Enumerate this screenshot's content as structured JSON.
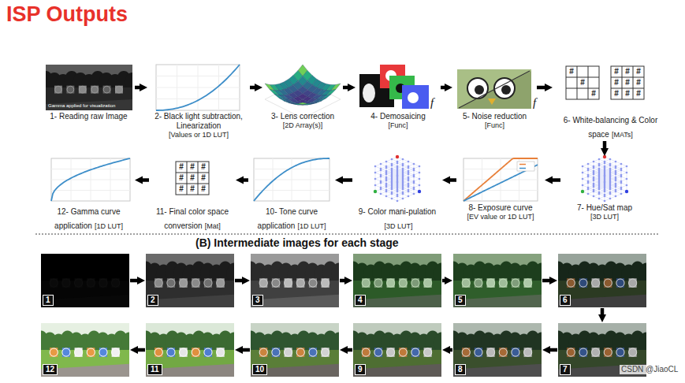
{
  "diagram": {
    "title": "ISP Outputs",
    "nodes": [
      {
        "text": [
          "1- Reading raw Image"
        ]
      },
      {
        "text": [
          "2- Black light subtraction, Linearization",
          "[Values or 1D LUT]"
        ]
      },
      {
        "text": [
          "3- Lens correction",
          "[2D Array(s)]"
        ]
      },
      {
        "text": [
          "4- Demosaicing",
          "[Func]"
        ]
      },
      {
        "text": [
          "5- Noise reduction",
          "[Func]"
        ]
      },
      {
        "text": [
          "6- White-balancing & Color space",
          "[MATs]"
        ]
      },
      {
        "text": [
          "7- Hue/Sat map",
          "[3D LUT]"
        ]
      },
      {
        "text": [
          "8- Exposure curve",
          "[EV value or 1D LUT]"
        ]
      },
      {
        "text": [
          "9- Color mani-pulation",
          "[3D LUT]"
        ]
      },
      {
        "text": [
          "10- Tone curve application",
          "[1D LUT]"
        ]
      },
      {
        "text": [
          "11- Final color space conversion",
          "[Mat]"
        ]
      },
      {
        "text": [
          "12- Gamma curve application",
          "[1D LUT]"
        ]
      },
      {
        "text": [
          "1"
        ]
      },
      {
        "text": [
          "2"
        ]
      },
      {
        "text": [
          "3"
        ]
      },
      {
        "text": [
          "4"
        ]
      },
      {
        "text": [
          "5"
        ]
      },
      {
        "text": [
          "6"
        ]
      },
      {
        "text": [
          "7"
        ]
      },
      {
        "text": [
          "8"
        ]
      },
      {
        "text": [
          "9"
        ]
      },
      {
        "text": [
          "10"
        ]
      },
      {
        "text": [
          "11"
        ]
      },
      {
        "text": [
          "12"
        ]
      }
    ],
    "edges": [
      {
        "from": 0,
        "to": 1,
        "arrow": "to"
      },
      {
        "from": 1,
        "to": 2,
        "arrow": "to"
      },
      {
        "from": 2,
        "to": 3,
        "arrow": "to"
      },
      {
        "from": 3,
        "to": 4,
        "arrow": "to"
      },
      {
        "from": 4,
        "to": 5,
        "arrow": "to"
      },
      {
        "from": 5,
        "to": 6,
        "arrow": "to"
      },
      {
        "from": 6,
        "to": 7,
        "arrow": "to"
      },
      {
        "from": 7,
        "to": 8,
        "arrow": "to"
      },
      {
        "from": 8,
        "to": 9,
        "arrow": "to"
      },
      {
        "from": 9,
        "to": 10,
        "arrow": "to"
      },
      {
        "from": 10,
        "to": 11,
        "arrow": "to"
      },
      {
        "from": 12,
        "to": 13,
        "arrow": "to"
      },
      {
        "from": 13,
        "to": 14,
        "arrow": "to"
      },
      {
        "from": 14,
        "to": 15,
        "arrow": "to"
      },
      {
        "from": 15,
        "to": 16,
        "arrow": "to"
      },
      {
        "from": 16,
        "to": 17,
        "arrow": "to"
      },
      {
        "from": 17,
        "to": 18,
        "arrow": "to"
      },
      {
        "from": 18,
        "to": 19,
        "arrow": "to"
      },
      {
        "from": 19,
        "to": 20,
        "arrow": "to"
      },
      {
        "from": 20,
        "to": 21,
        "arrow": "to"
      },
      {
        "from": 21,
        "to": 22,
        "arrow": "to"
      },
      {
        "from": 22,
        "to": 23,
        "arrow": "to"
      }
    ],
    "labels": [
      "Gamma applied for visualization",
      "f",
      "f",
      "#",
      "#",
      "#",
      "#",
      "#",
      "#",
      "#",
      "#",
      "#",
      "#",
      "#",
      "#",
      "#",
      "#",
      "#",
      "#",
      "#",
      "#",
      "#",
      "#",
      "#",
      "(B) Intermediate images for each stage",
      "CSDN @JiaoCL"
    ]
  }
}
